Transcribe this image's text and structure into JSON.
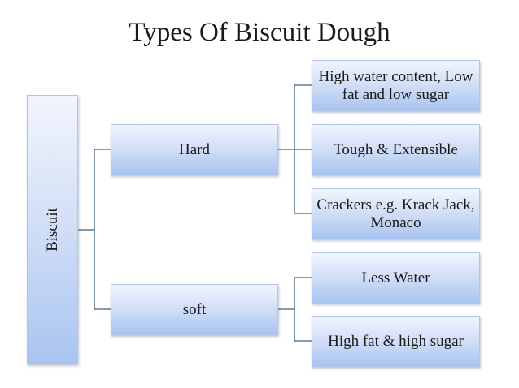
{
  "title": "Types Of Biscuit Dough",
  "root": {
    "label": "Biscuit"
  },
  "branches": [
    {
      "label": "Hard",
      "children": [
        "High water content, Low fat and low sugar",
        "Tough & Extensible",
        "Crackers e.g. Krack Jack, Monaco"
      ]
    },
    {
      "label": "soft",
      "children": [
        "Less Water",
        "High fat & high sugar"
      ]
    }
  ],
  "colors": {
    "box_fill_top": "#f1f5fd",
    "box_fill_bottom": "#a9c4f1",
    "box_border": "#b2c6e9",
    "connector": "#3b5f7d"
  }
}
